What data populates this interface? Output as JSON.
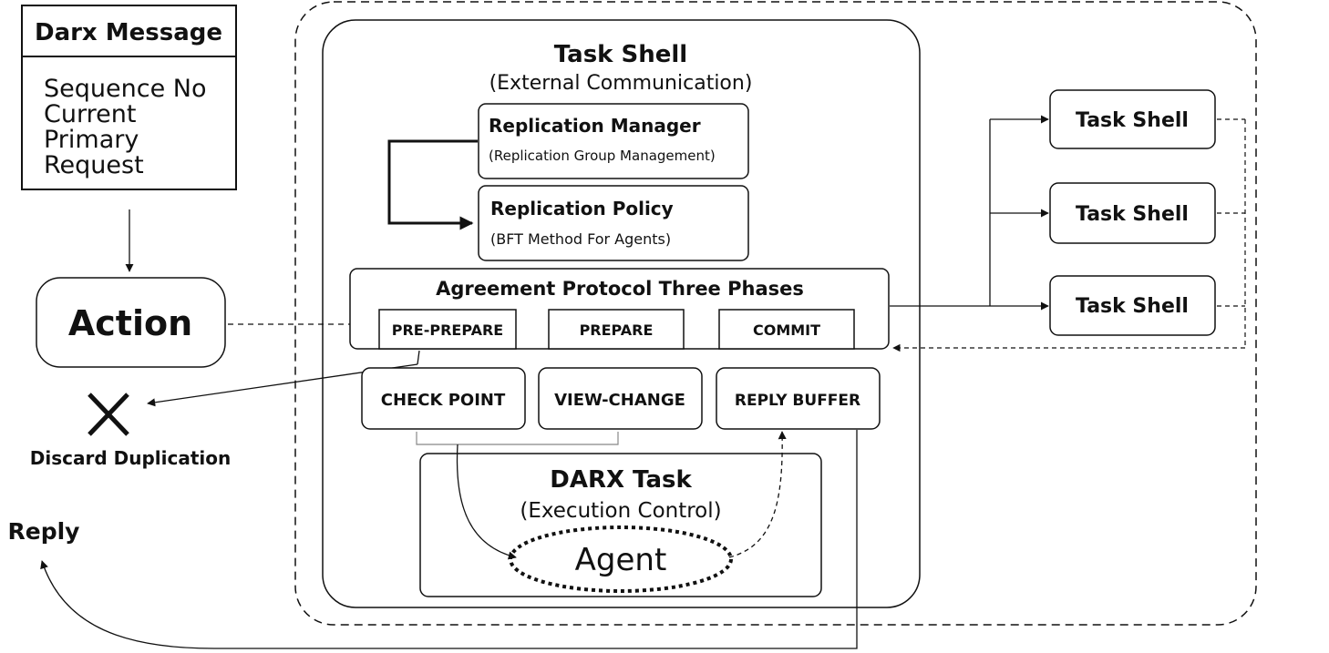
{
  "message_box": {
    "title": "Darx Message",
    "fields": [
      "Sequence No",
      "Current",
      "Primary",
      "Request"
    ]
  },
  "action_label": "Action",
  "discard_label": "Discard Duplication",
  "reply_label": "Reply",
  "task_shell": {
    "title": "Task Shell",
    "subtitle": "(External Communication)"
  },
  "replication_manager": {
    "title": "Replication Manager",
    "subtitle": "(Replication Group Management)"
  },
  "replication_policy": {
    "title": "Replication Policy",
    "subtitle": "(BFT Method For Agents)"
  },
  "agreement_protocol": {
    "title": "Agreement Protocol Three Phases",
    "phases": [
      "PRE-PREPARE",
      "PREPARE",
      "COMMIT"
    ]
  },
  "components": {
    "checkpoint": "CHECK POINT",
    "view_change": "VIEW-CHANGE",
    "reply_buffer": "REPLY BUFFER"
  },
  "darx_task": {
    "title": "DARX Task",
    "subtitle": "(Execution Control)",
    "agent": "Agent"
  },
  "remote_shells": [
    "Task Shell",
    "Task Shell",
    "Task Shell"
  ]
}
